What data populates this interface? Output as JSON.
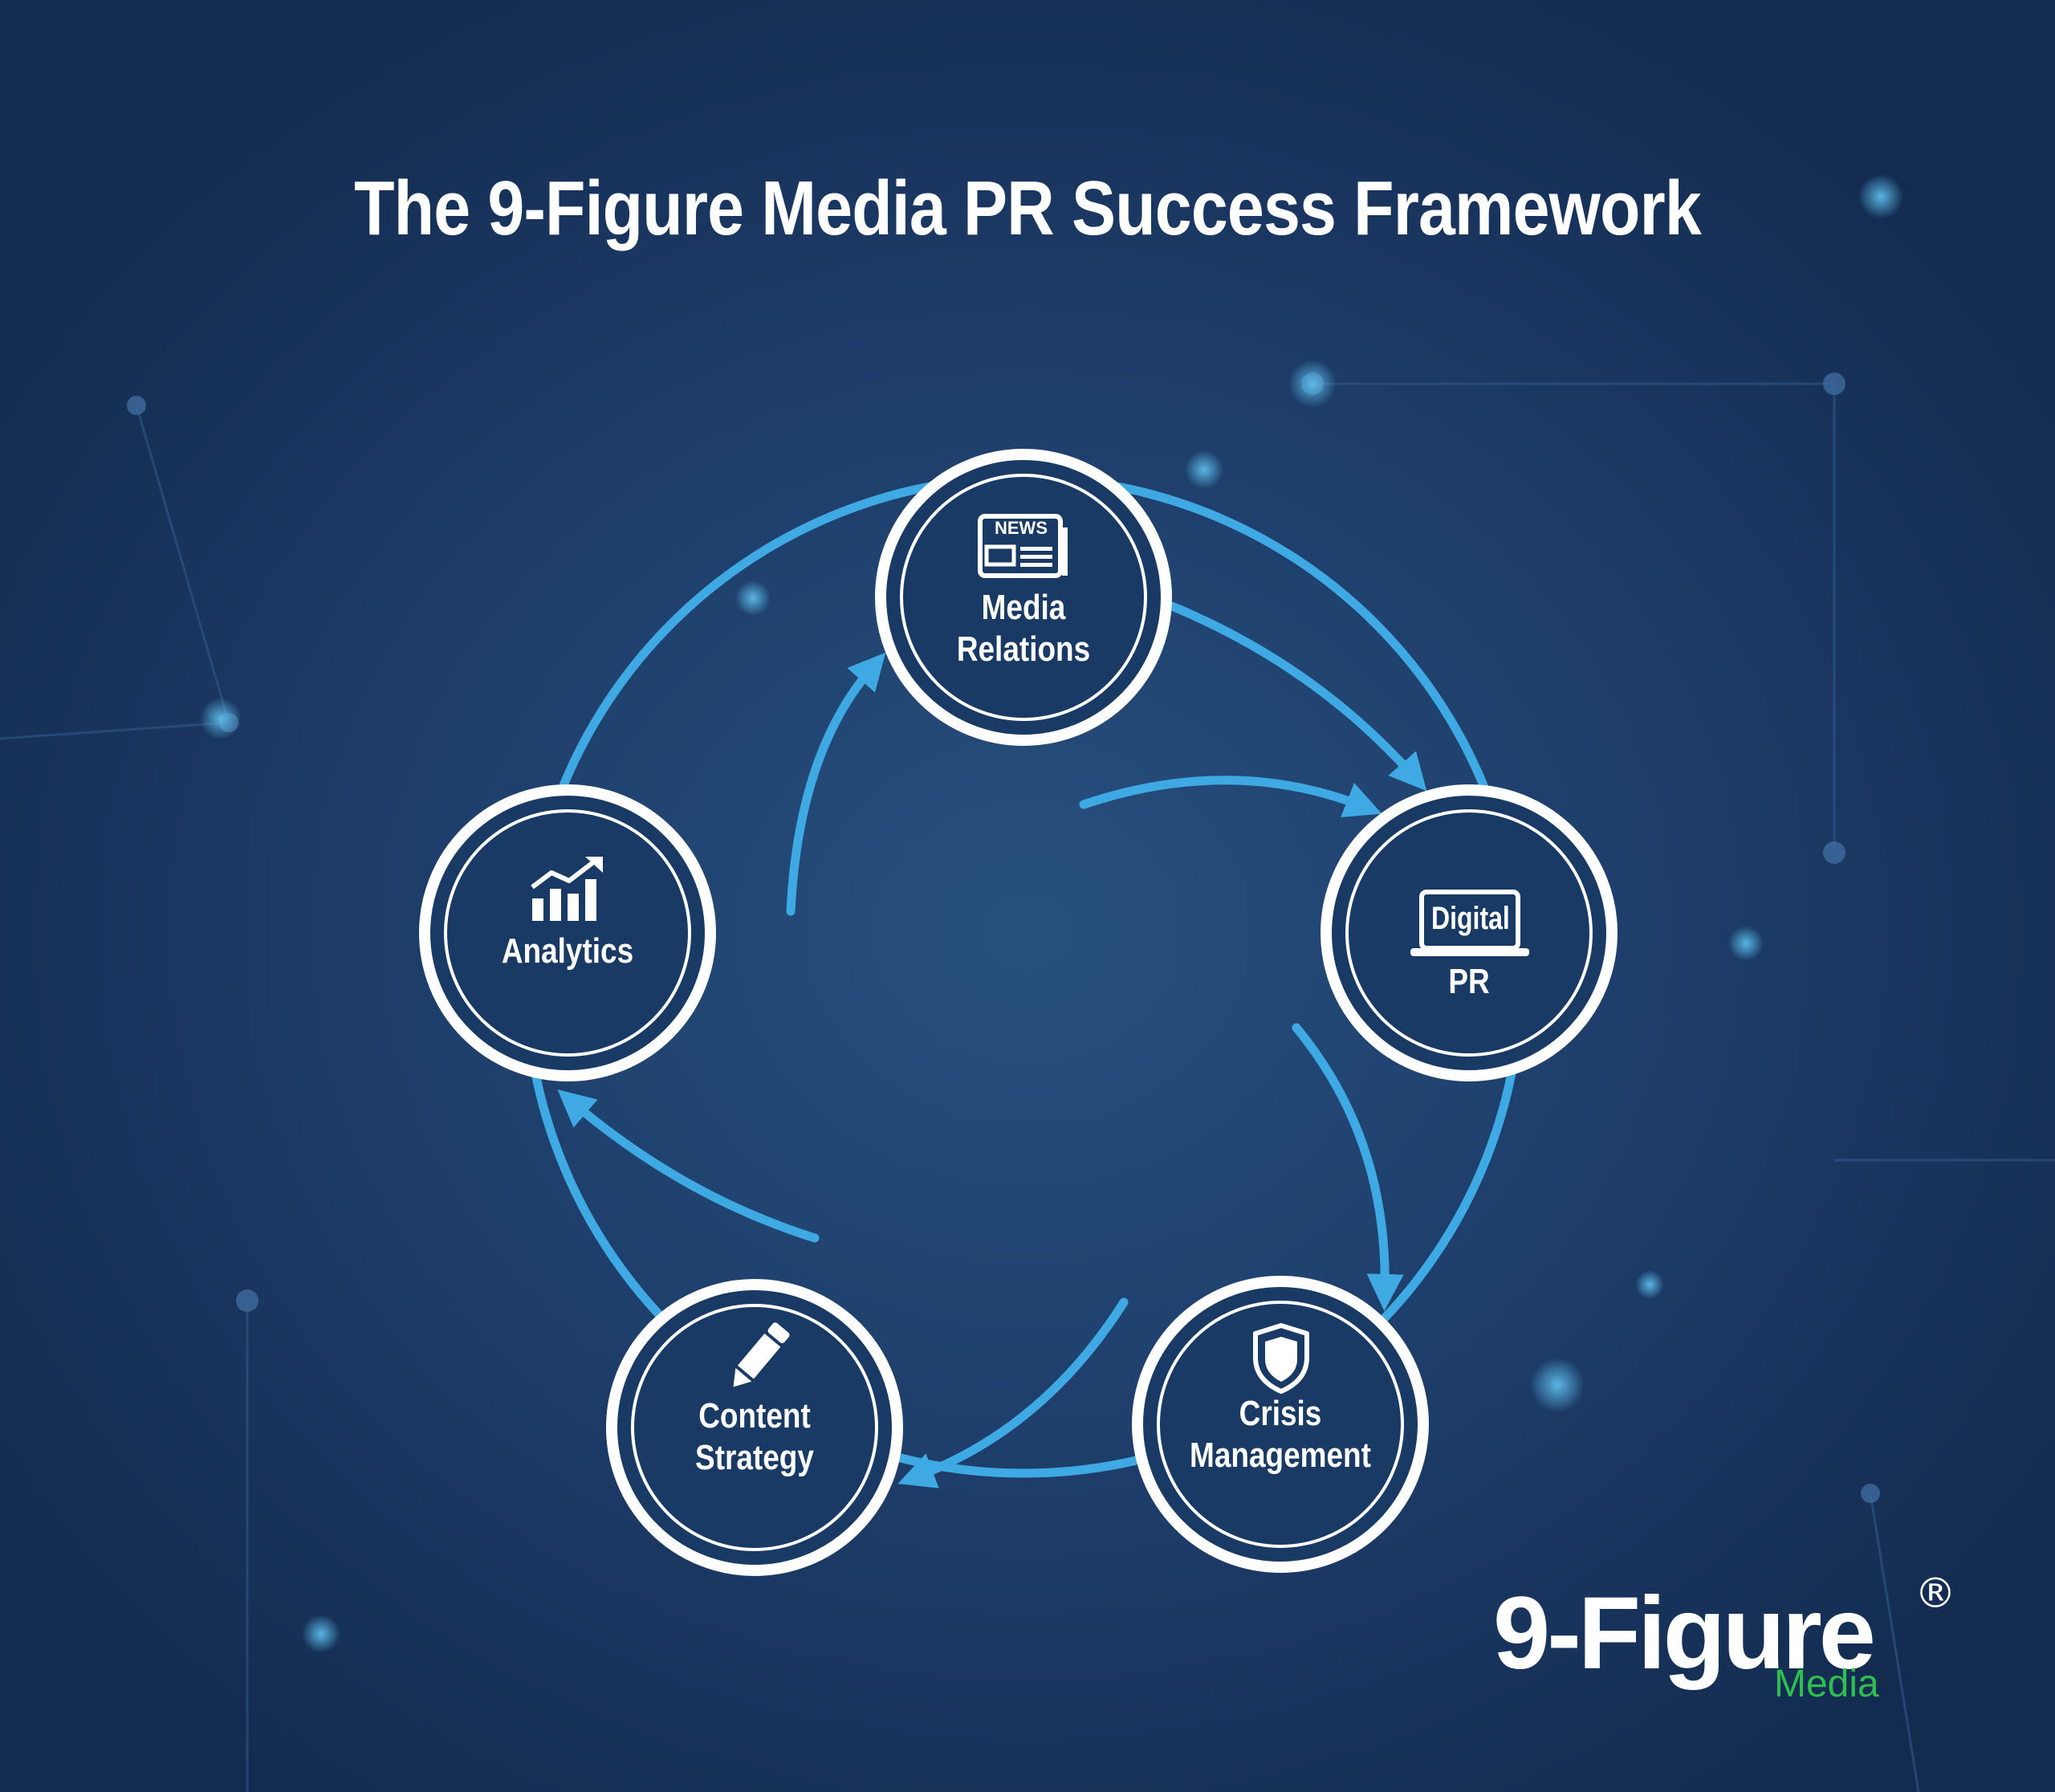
{
  "title": "The 9-Figure Media PR Success Framework",
  "nodes": [
    {
      "id": "media-relations",
      "lines": [
        "Media",
        "Relations"
      ],
      "icon": "newspaper-icon",
      "icon_text": "NEWS"
    },
    {
      "id": "digital-pr",
      "lines": [
        "PR"
      ],
      "icon": "laptop-icon",
      "icon_text": "Digital"
    },
    {
      "id": "crisis-management",
      "lines": [
        "Crisis",
        "Management"
      ],
      "icon": "shield-icon"
    },
    {
      "id": "content-strategy",
      "lines": [
        "Content",
        "Strategy"
      ],
      "icon": "pencil-icon"
    },
    {
      "id": "analytics",
      "lines": [
        "Analytics"
      ],
      "icon": "bar-chart-trend-icon"
    }
  ],
  "brand": {
    "name": "9-Figure",
    "registered": "®",
    "sub": "Media"
  },
  "colors": {
    "background": "#18325a",
    "circle_fill": "#1a3a66",
    "ring": "#ffffff",
    "arrow": "#3fa9e3",
    "brand_green": "#2fbf4f"
  }
}
